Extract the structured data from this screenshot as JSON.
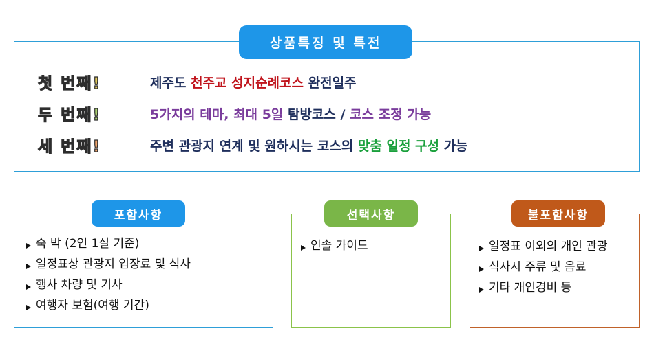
{
  "features": {
    "title": "상품특징 및 특전",
    "rows": [
      {
        "ordinal": "첫 번째!",
        "ordinal_color": "#e0c85a",
        "parts": [
          {
            "text": "제주도 ",
            "color": "#1f2f5c"
          },
          {
            "text": "천주교 성지순례코스",
            "color": "#c0141c"
          },
          {
            "text": " 완전일주",
            "color": "#1f2f5c"
          }
        ]
      },
      {
        "ordinal": "두 번째!",
        "ordinal_color": "#a9cf6e",
        "parts": [
          {
            "text": "5가지의 테마, 최대 5일 ",
            "color": "#7a3c9c"
          },
          {
            "text": "탐방코스 / ",
            "color": "#1f2f5c"
          },
          {
            "text": "코스 조정 가능",
            "color": "#7a3c9c"
          }
        ]
      },
      {
        "ordinal": "세 번째!",
        "ordinal_color": "#f0a46a",
        "parts": [
          {
            "text": "주변 관광지 연계 및 원하시는 코스의 ",
            "color": "#1f2f5c"
          },
          {
            "text": "맞춤 일정 구성",
            "color": "#1aa03c"
          },
          {
            "text": " 가능",
            "color": "#1f2f5c"
          }
        ]
      }
    ]
  },
  "included": {
    "title": "포함사항",
    "items": [
      "숙 박 (2인 1실 기준)",
      "일정표상 관광지 입장료 및 식사",
      "행사 차량 및 기사",
      "여행자 보험(여행 기간)"
    ]
  },
  "optional": {
    "title": "선택사항",
    "items": [
      "인솔 가이드"
    ]
  },
  "excluded": {
    "title": "불포함사항",
    "items": [
      "일정표 이외의 개인 관광",
      "식사시 주류 및 음료",
      "기타 개인경비 등"
    ]
  },
  "colors": {
    "blue_accent": "#1e96e8",
    "green_accent": "#7ab648",
    "brown_accent": "#c0591a"
  }
}
